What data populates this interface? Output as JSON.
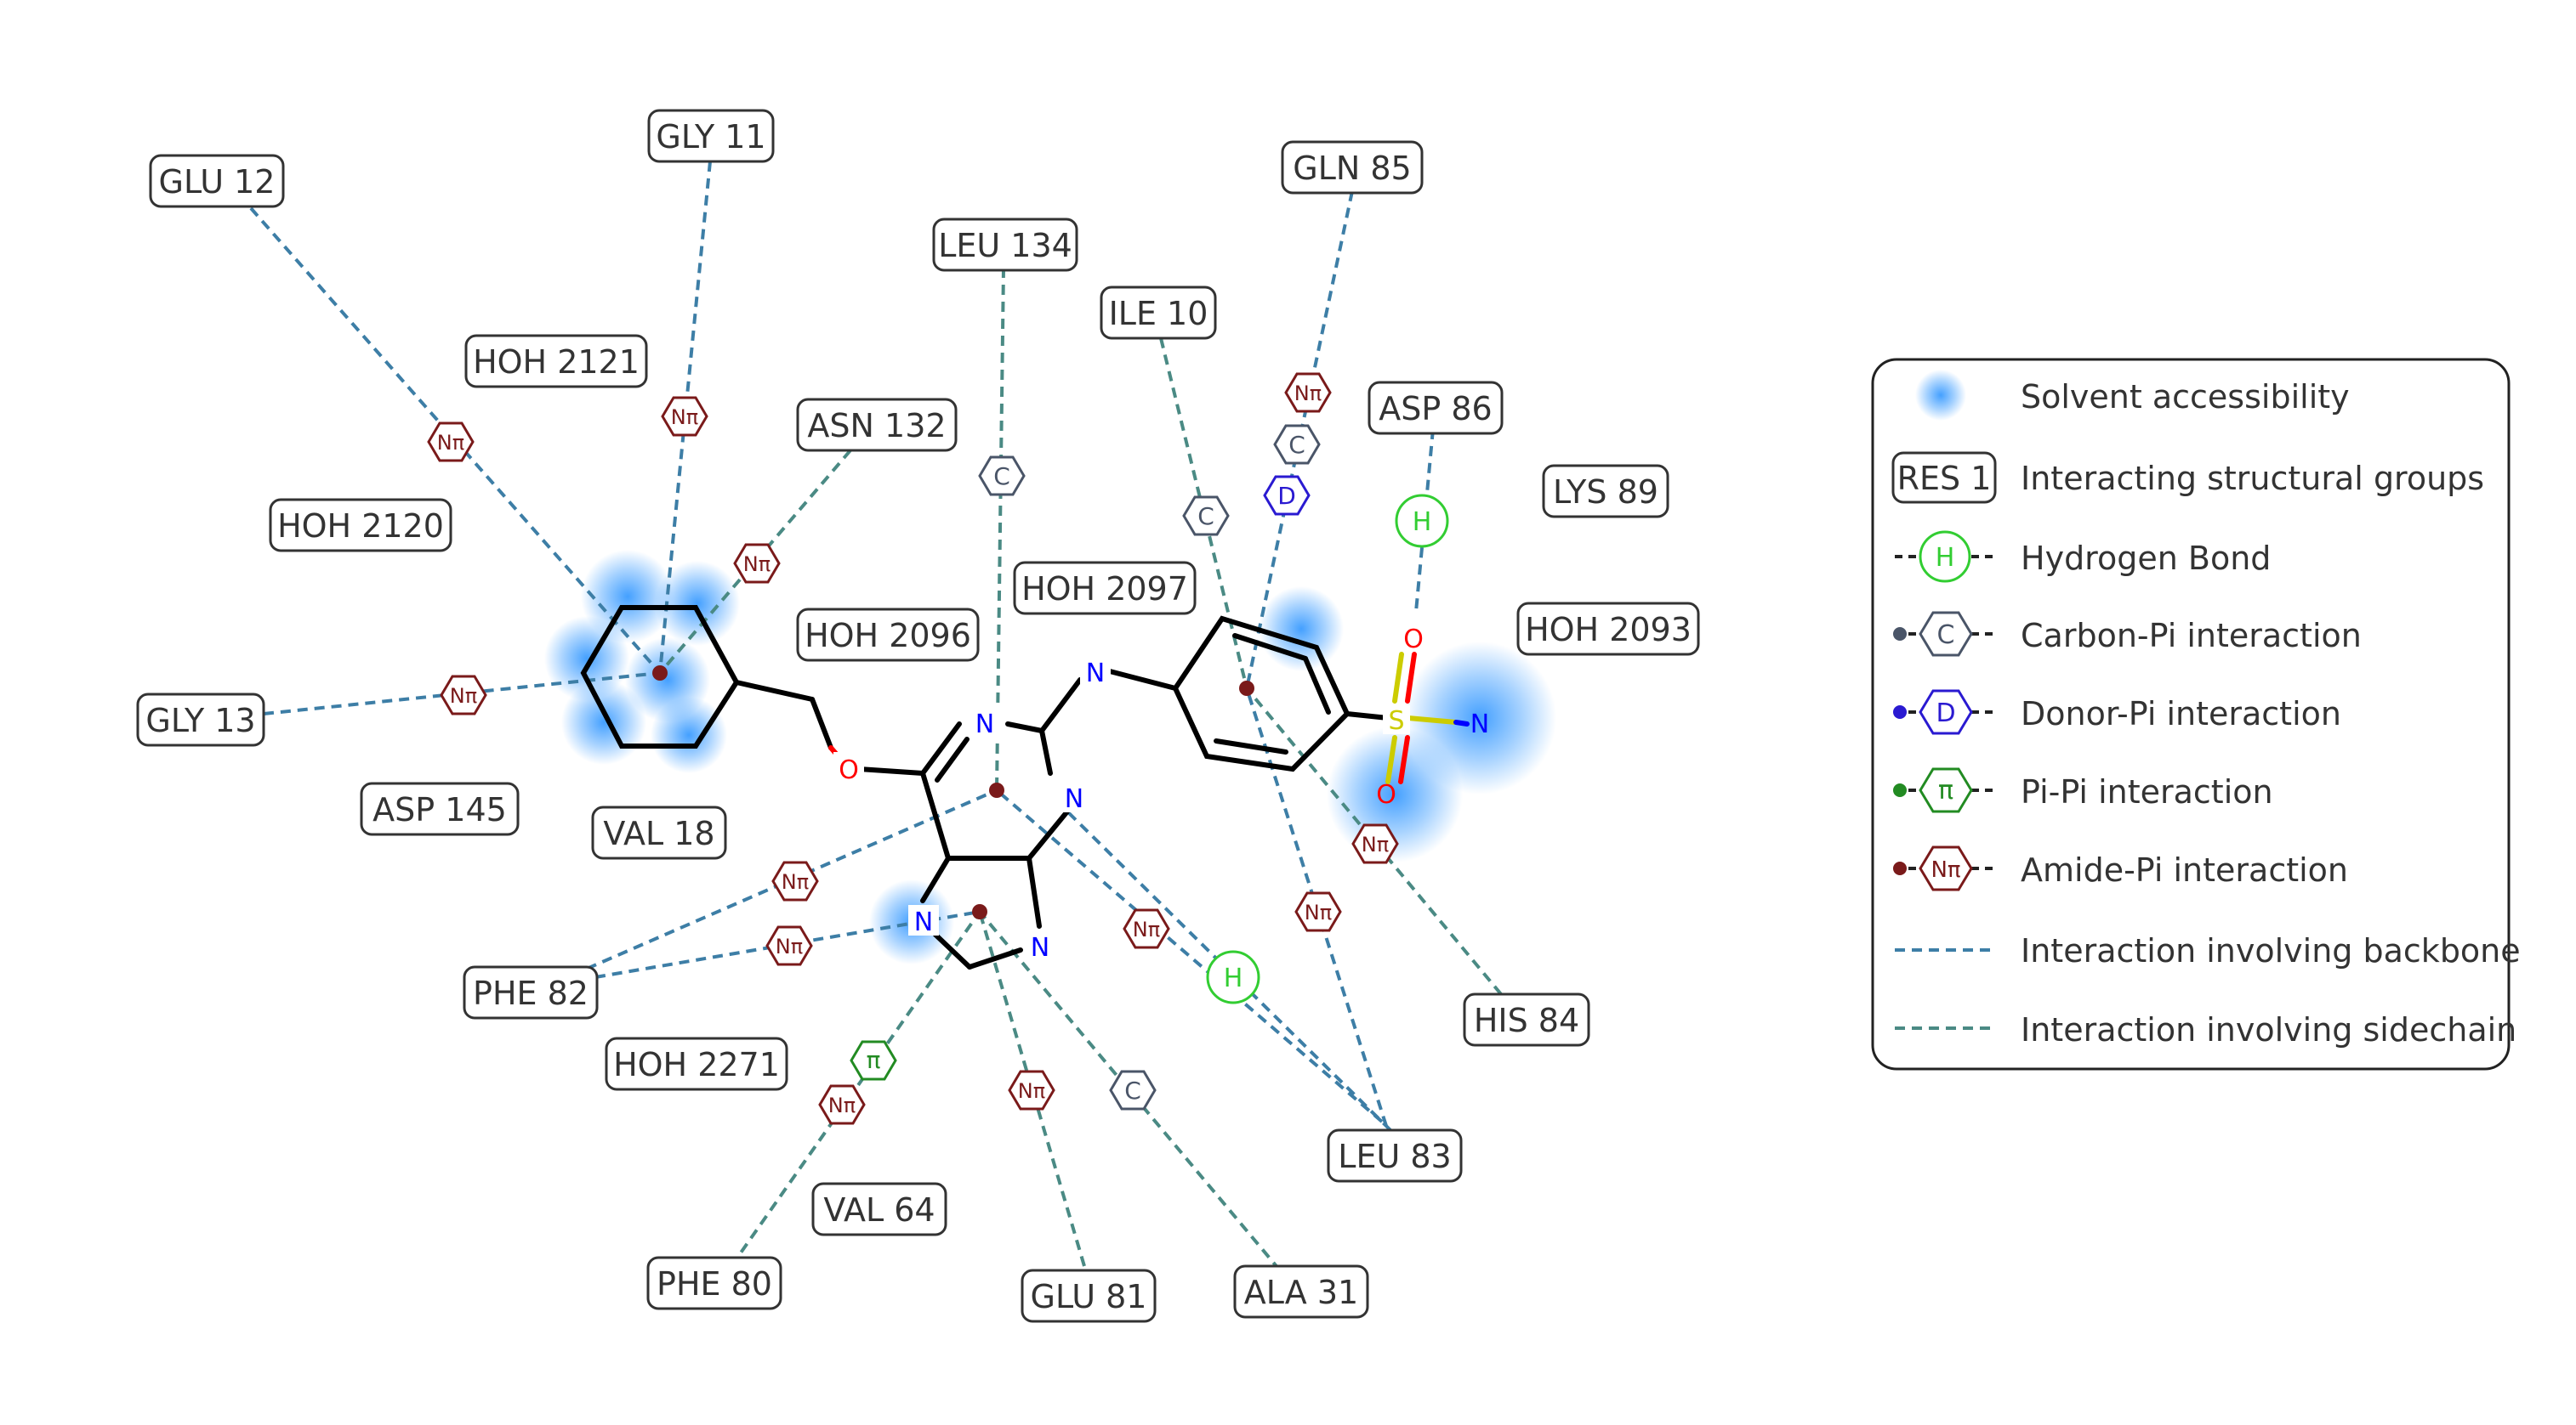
{
  "residues": [
    {
      "id": "glu12",
      "label": "GLU 12"
    },
    {
      "id": "gly11",
      "label": "GLY 11"
    },
    {
      "id": "leu134",
      "label": "LEU 134"
    },
    {
      "id": "gln85",
      "label": "GLN 85"
    },
    {
      "id": "ile10",
      "label": "ILE 10"
    },
    {
      "id": "hoh2121",
      "label": "HOH 2121"
    },
    {
      "id": "asn132",
      "label": "ASN 132"
    },
    {
      "id": "asp86",
      "label": "ASP 86"
    },
    {
      "id": "hoh2120",
      "label": "HOH 2120"
    },
    {
      "id": "lys89",
      "label": "LYS 89"
    },
    {
      "id": "hoh2097",
      "label": "HOH 2097"
    },
    {
      "id": "hoh2096",
      "label": "HOH 2096"
    },
    {
      "id": "hoh2093",
      "label": "HOH 2093"
    },
    {
      "id": "gly13",
      "label": "GLY 13"
    },
    {
      "id": "asp145",
      "label": "ASP 145"
    },
    {
      "id": "val18",
      "label": "VAL 18"
    },
    {
      "id": "phe82",
      "label": "PHE 82"
    },
    {
      "id": "his84",
      "label": "HIS 84"
    },
    {
      "id": "hoh2271",
      "label": "HOH 2271"
    },
    {
      "id": "leu83",
      "label": "LEU 83"
    },
    {
      "id": "val64",
      "label": "VAL 64"
    },
    {
      "id": "phe80",
      "label": "PHE 80"
    },
    {
      "id": "glu81",
      "label": "GLU 81"
    },
    {
      "id": "ala31",
      "label": "ALA 31"
    }
  ],
  "atoms": {
    "n1": "N",
    "n3": "N",
    "n7": "N",
    "n9": "N",
    "nh": "N",
    "o_ether": "O",
    "s": "S",
    "o1": "O",
    "o2": "O",
    "n_sulf": "N"
  },
  "glyphs": {
    "amide_pi": "Nπ",
    "carbon_pi": "C",
    "donor_pi": "D",
    "pi_pi": "π",
    "hbond": "H"
  },
  "legend": {
    "items": [
      {
        "label": "Solvent accessibility"
      },
      {
        "label": "Interacting structural groups",
        "symbol_text": "RES 1"
      },
      {
        "label": "Hydrogen Bond",
        "symbol_text": "H"
      },
      {
        "label": "Carbon-Pi interaction",
        "symbol_text": "C"
      },
      {
        "label": "Donor-Pi interaction",
        "symbol_text": "D"
      },
      {
        "label": "Pi-Pi interaction",
        "symbol_text": "π"
      },
      {
        "label": "Amide-Pi interaction",
        "symbol_text": "Nπ"
      },
      {
        "label": "Interaction involving backbone"
      },
      {
        "label": "Interaction involving sidechain"
      }
    ]
  },
  "colors": {
    "backbone_line": "#3d7ea6",
    "sidechain_line": "#4a8a84",
    "amide_pi": "#7a1a1a",
    "carbon_pi": "#4a5568",
    "donor_pi": "#2a1ad1",
    "pi_pi": "#228b22",
    "hbond": "#32cd32",
    "nitrogen": "#0000ff",
    "oxygen": "#ff0000",
    "sulfur": "#cccc00",
    "solvent": "#3a9bff"
  }
}
